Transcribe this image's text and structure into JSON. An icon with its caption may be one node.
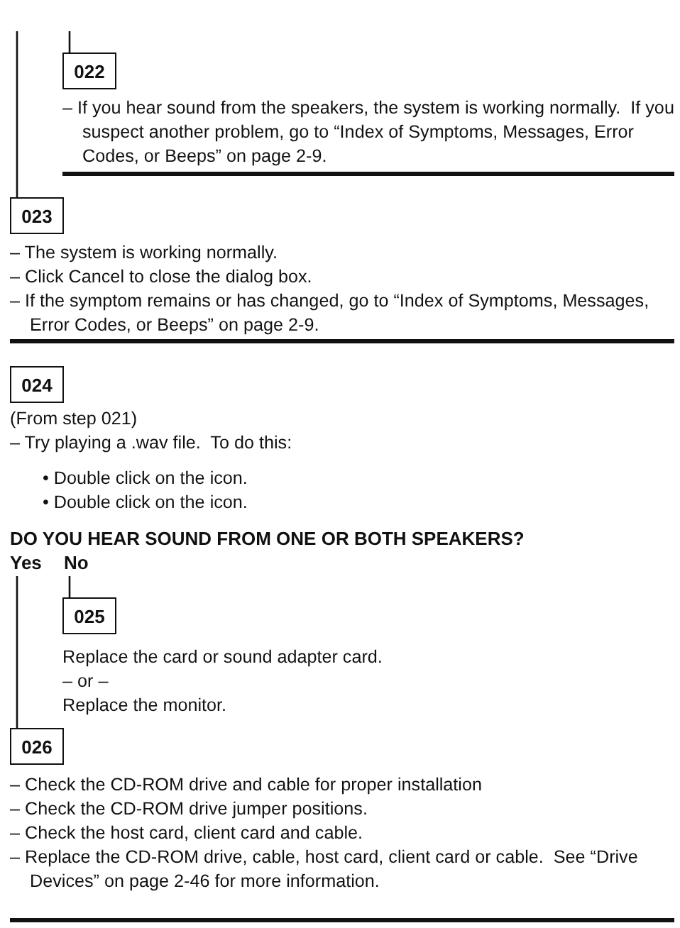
{
  "diagram": {
    "nodes": [
      {
        "text": [
          "022"
        ],
        "beside": [
          "– If you hear sound from the speakers, the system is working normally.  If you suspect another problem, go to “Index of Symptoms, Messages, Error Codes, or Beeps” on page 2-9."
        ]
      },
      {
        "text": [
          "023"
        ],
        "beside": [
          "– The system is working normally.",
          "– Click Cancel to close the dialog box.",
          "– If the symptom remains or has changed, go to “Index of Symptoms, Messages, Error Codes, or Beeps” on page 2-9."
        ]
      },
      {
        "text": [
          "024"
        ],
        "beside": [
          "(From step 021)",
          "– Try playing a .wav file.  To do this:",
          "• Double click on the icon.",
          "• Double click on the icon."
        ]
      },
      {
        "text": [
          "Yes"
        ]
      },
      {
        "text": [
          "No"
        ]
      },
      {
        "text": [
          "025"
        ],
        "beside": [
          "Replace the card or sound adapter card.",
          "– or –",
          "Replace the monitor."
        ]
      },
      {
        "text": [
          "026"
        ],
        "beside": [
          "– Check the CD-ROM drive and cable for proper installation",
          "– Check the CD-ROM drive jumper positions.",
          "– Check the host card, client card and cable.",
          "– Replace the CD-ROM drive, cable, host card, client card or cable.  See “Drive Devices” on page 2-46 for more information."
        ]
      }
    ],
    "edges": [
      {
        "from": null,
        "to": 0,
        "arrow": "none"
      },
      {
        "from": null,
        "to": 1,
        "arrow": "none"
      },
      {
        "from": 4,
        "to": 5,
        "arrow": "none"
      },
      {
        "from": 3,
        "to": 6,
        "arrow": "none"
      }
    ],
    "labels": [
      "DO YOU HEAR SOUND FROM ONE OR BOTH SPEAKERS?"
    ]
  }
}
